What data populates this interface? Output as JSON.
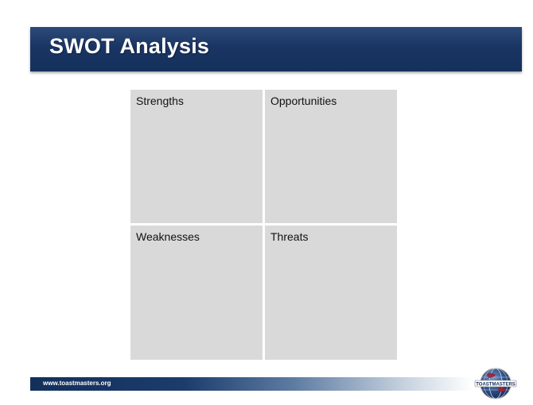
{
  "slide": {
    "title": "SWOT Analysis"
  },
  "swot": {
    "strengths": "Strengths",
    "opportunities": "Opportunities",
    "weaknesses": "Weaknesses",
    "threats": "Threats"
  },
  "footer": {
    "url": "www.toastmasters.org",
    "logo_text": "TOASTMASTERS"
  },
  "colors": {
    "title_bar": "#1a3563",
    "quadrant_fill": "#d9d9d9"
  }
}
